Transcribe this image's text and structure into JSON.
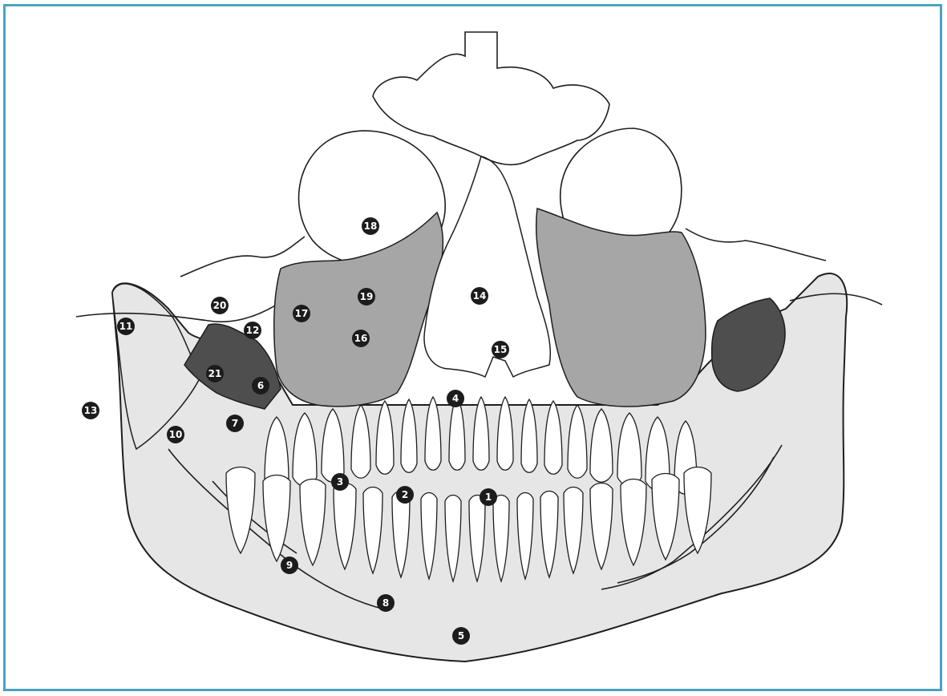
{
  "colors": {
    "border": "#4aa3c0",
    "background": "#ffffff",
    "jaw_fill": "#e6e6e6",
    "maxilla_fill": "#a6a6a6",
    "dark_fill": "#4e4e4e",
    "outline": "#1e1e1e",
    "label_fill": "#1c1c1c",
    "label_text": "#ffffff"
  },
  "labels": [
    {
      "id": "1",
      "text": "1"
    },
    {
      "id": "2",
      "text": "2"
    },
    {
      "id": "3",
      "text": "3"
    },
    {
      "id": "4",
      "text": "4"
    },
    {
      "id": "5",
      "text": "5"
    },
    {
      "id": "6",
      "text": "6"
    },
    {
      "id": "7",
      "text": "7"
    },
    {
      "id": "8",
      "text": "8"
    },
    {
      "id": "9",
      "text": "9"
    },
    {
      "id": "10",
      "text": "10"
    },
    {
      "id": "11",
      "text": "11"
    },
    {
      "id": "12",
      "text": "12"
    },
    {
      "id": "13",
      "text": "13"
    },
    {
      "id": "14",
      "text": "14"
    },
    {
      "id": "15",
      "text": "15"
    },
    {
      "id": "16",
      "text": "16"
    },
    {
      "id": "17",
      "text": "17"
    },
    {
      "id": "18",
      "text": "18"
    },
    {
      "id": "19",
      "text": "19"
    },
    {
      "id": "20",
      "text": "20"
    },
    {
      "id": "21",
      "text": "21"
    }
  ]
}
